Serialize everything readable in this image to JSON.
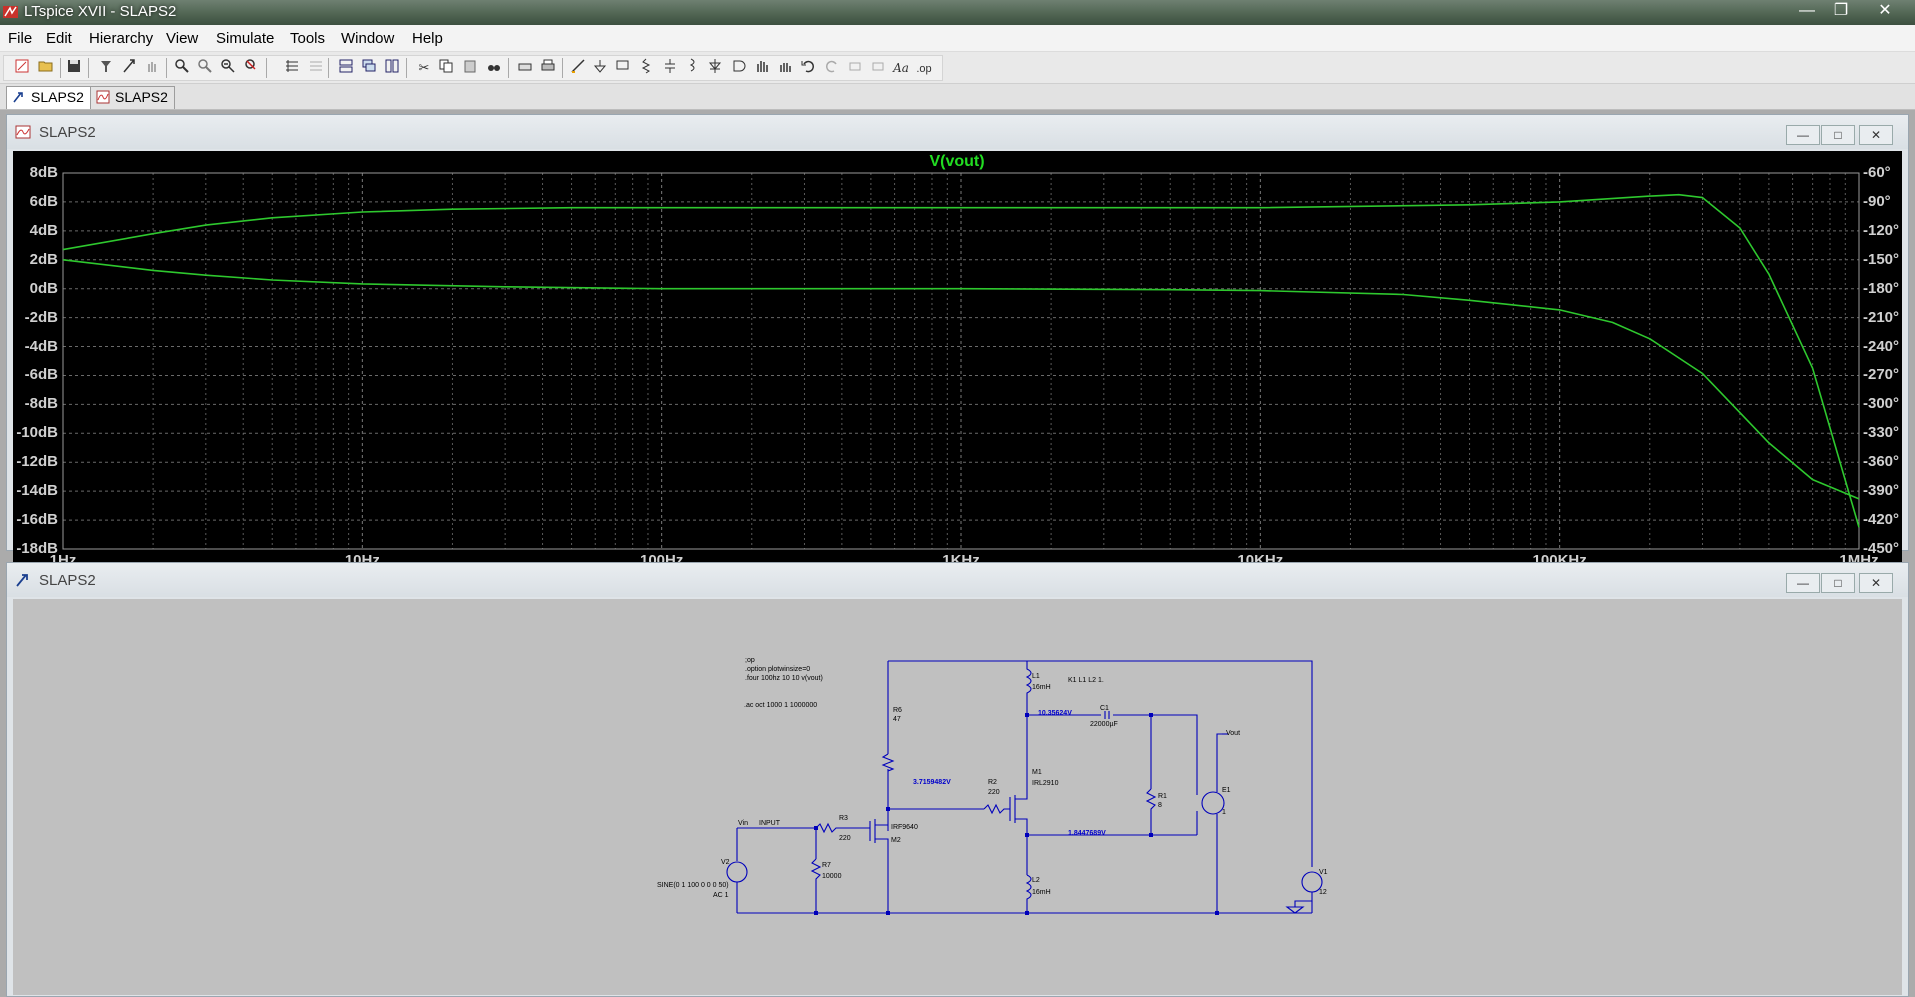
{
  "app": {
    "title": "LTspice XVII - SLAPS2"
  },
  "menu": [
    "File",
    "Edit",
    "Hierarchy",
    "View",
    "Simulate",
    "Tools",
    "Window",
    "Help"
  ],
  "tabs": [
    {
      "label": "SLAPS2"
    },
    {
      "label": "SLAPS2"
    }
  ],
  "plot_window": {
    "title": "SLAPS2"
  },
  "schematic_window": {
    "title": "SLAPS2"
  },
  "chart_data": {
    "type": "line",
    "title": "V(vout)",
    "x_scale": "log",
    "xlim": [
      1,
      1000000
    ],
    "x_ticks": [
      "1Hz",
      "10Hz",
      "100Hz",
      "1KHz",
      "10KHz",
      "100KHz",
      "1MHz"
    ],
    "y_left_ticks": [
      "8dB",
      "6dB",
      "4dB",
      "2dB",
      "0dB",
      "-2dB",
      "-4dB",
      "-6dB",
      "-8dB",
      "-10dB",
      "-12dB",
      "-14dB",
      "-16dB",
      "-18dB"
    ],
    "y_right_ticks": [
      "-60°",
      "-90°",
      "-120°",
      "-150°",
      "-180°",
      "-210°",
      "-240°",
      "-270°",
      "-300°",
      "-330°",
      "-360°",
      "-390°",
      "-420°",
      "-450°"
    ],
    "ylim_left": [
      -18,
      8
    ],
    "ylim_right": [
      -450,
      -60
    ],
    "grid": true,
    "series": [
      {
        "color": "#2ec82e",
        "unit": "dB",
        "points": [
          [
            1,
            2.7
          ],
          [
            2,
            3.8
          ],
          [
            3,
            4.4
          ],
          [
            5,
            4.9
          ],
          [
            10,
            5.3
          ],
          [
            20,
            5.5
          ],
          [
            50,
            5.6
          ],
          [
            100,
            5.6
          ],
          [
            1000,
            5.6
          ],
          [
            10000,
            5.6
          ],
          [
            50000,
            5.8
          ],
          [
            100000,
            6.0
          ],
          [
            200000,
            6.4
          ],
          [
            250000,
            6.5
          ],
          [
            300000,
            6.3
          ],
          [
            400000,
            4.2
          ],
          [
            500000,
            1.0
          ],
          [
            700000,
            -5.5
          ],
          [
            1000000,
            -16.5
          ]
        ]
      },
      {
        "color": "#2ec82e",
        "unit": "deg",
        "points": [
          [
            1,
            -150
          ],
          [
            2,
            -161
          ],
          [
            3,
            -166
          ],
          [
            5,
            -171
          ],
          [
            10,
            -175
          ],
          [
            30,
            -178
          ],
          [
            100,
            -180
          ],
          [
            1000,
            -180
          ],
          [
            5000,
            -181
          ],
          [
            10000,
            -182
          ],
          [
            30000,
            -186
          ],
          [
            50000,
            -192
          ],
          [
            100000,
            -202
          ],
          [
            150000,
            -215
          ],
          [
            200000,
            -232
          ],
          [
            300000,
            -268
          ],
          [
            500000,
            -340
          ],
          [
            700000,
            -378
          ],
          [
            1000000,
            -398
          ]
        ]
      }
    ]
  },
  "schematic": {
    "directives": [
      ";op",
      ".option plotwinsize=0",
      ".four 100hz 10 10 v(vout)",
      ".ac oct 1000 1 1000000",
      "K1 L1 L2 1."
    ],
    "components": {
      "R6": "R6",
      "R6v": "47",
      "R2": "R2",
      "R2v": "220",
      "R3": "R3",
      "R3v": "220",
      "R7": "R7",
      "R7v": "10000",
      "R1": "R1",
      "R1v": "8",
      "M1": "M1",
      "M1v": "IRL2910",
      "M2": "M2",
      "M2v": "IRF9640",
      "L1": "L1",
      "L1v": "16mH",
      "L2": "L2",
      "L2v": "16mH",
      "C1": "C1",
      "C1v": "22000µF",
      "E1": "E1",
      "E1v": "1",
      "V1": "V1",
      "V1v": "12",
      "V2": "V2",
      "V2v": "SINE(0 1 100 0 0 0 50)",
      "V2ac": "AC 1"
    },
    "nets": {
      "vin": "Vin",
      "input": "INPUT",
      "vout": "Vout"
    },
    "node_voltages": [
      "10.35624V",
      "3.7159482V",
      "1.8447689V"
    ]
  }
}
